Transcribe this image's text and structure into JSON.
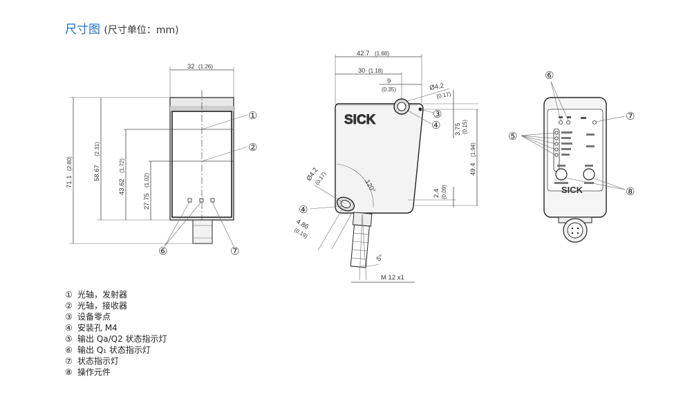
{
  "title": {
    "main": "尺寸图",
    "sub": "(尺寸单位：mm)"
  },
  "front_view": {
    "width_dim": "32",
    "width_dim_in": "(1.26)",
    "height_dims": [
      {
        "mm": "71.1",
        "in": "(2.80)"
      },
      {
        "mm": "58.67",
        "in": "(2.31)"
      },
      {
        "mm": "43.62",
        "in": "(1.72)"
      },
      {
        "mm": "27.75",
        "in": "(1.02)"
      }
    ],
    "callouts": [
      "①",
      "②",
      "⑥",
      "⑦"
    ]
  },
  "side_view": {
    "top_dims": [
      {
        "mm": "42.7",
        "in": "(1.68)"
      },
      {
        "mm": "30",
        "in": "(1.18)"
      },
      {
        "mm": "9",
        "in": "(0.35)"
      }
    ],
    "hole_top": {
      "mm": "Ø4.2",
      "in": "(0.17)"
    },
    "hole_bottom": {
      "mm": "Ø4.2",
      "in": "(0.17)"
    },
    "right_dims": [
      {
        "mm": "3.75",
        "in": "(0.15)"
      },
      {
        "mm": "49.4",
        "in": "(1.94)"
      },
      {
        "mm": "2.4",
        "in": "(0.09)"
      }
    ],
    "offset_dim": {
      "mm": "4.86",
      "in": "(0.19)"
    },
    "angle_pivot": "120°",
    "angle_tilt": "5°",
    "thread": "M 12 x1",
    "brand": "SICK",
    "callouts": [
      "③",
      "④",
      "④"
    ]
  },
  "rear_view": {
    "brand": "SICK",
    "callouts": [
      "⑥",
      "⑦",
      "⑤",
      "⑧"
    ]
  },
  "legend": [
    {
      "num": "①",
      "text": "光轴，发射器"
    },
    {
      "num": "②",
      "text": "光轴，接收器"
    },
    {
      "num": "③",
      "text": "设备零点"
    },
    {
      "num": "④",
      "text": "安装孔 M4"
    },
    {
      "num": "⑤",
      "text": "输出 Qa/Q2 状态指示灯"
    },
    {
      "num": "⑥",
      "text": "输出 Q₁ 状态指示灯"
    },
    {
      "num": "⑦",
      "text": "状态指示灯"
    },
    {
      "num": "⑧",
      "text": "操作元件"
    }
  ]
}
